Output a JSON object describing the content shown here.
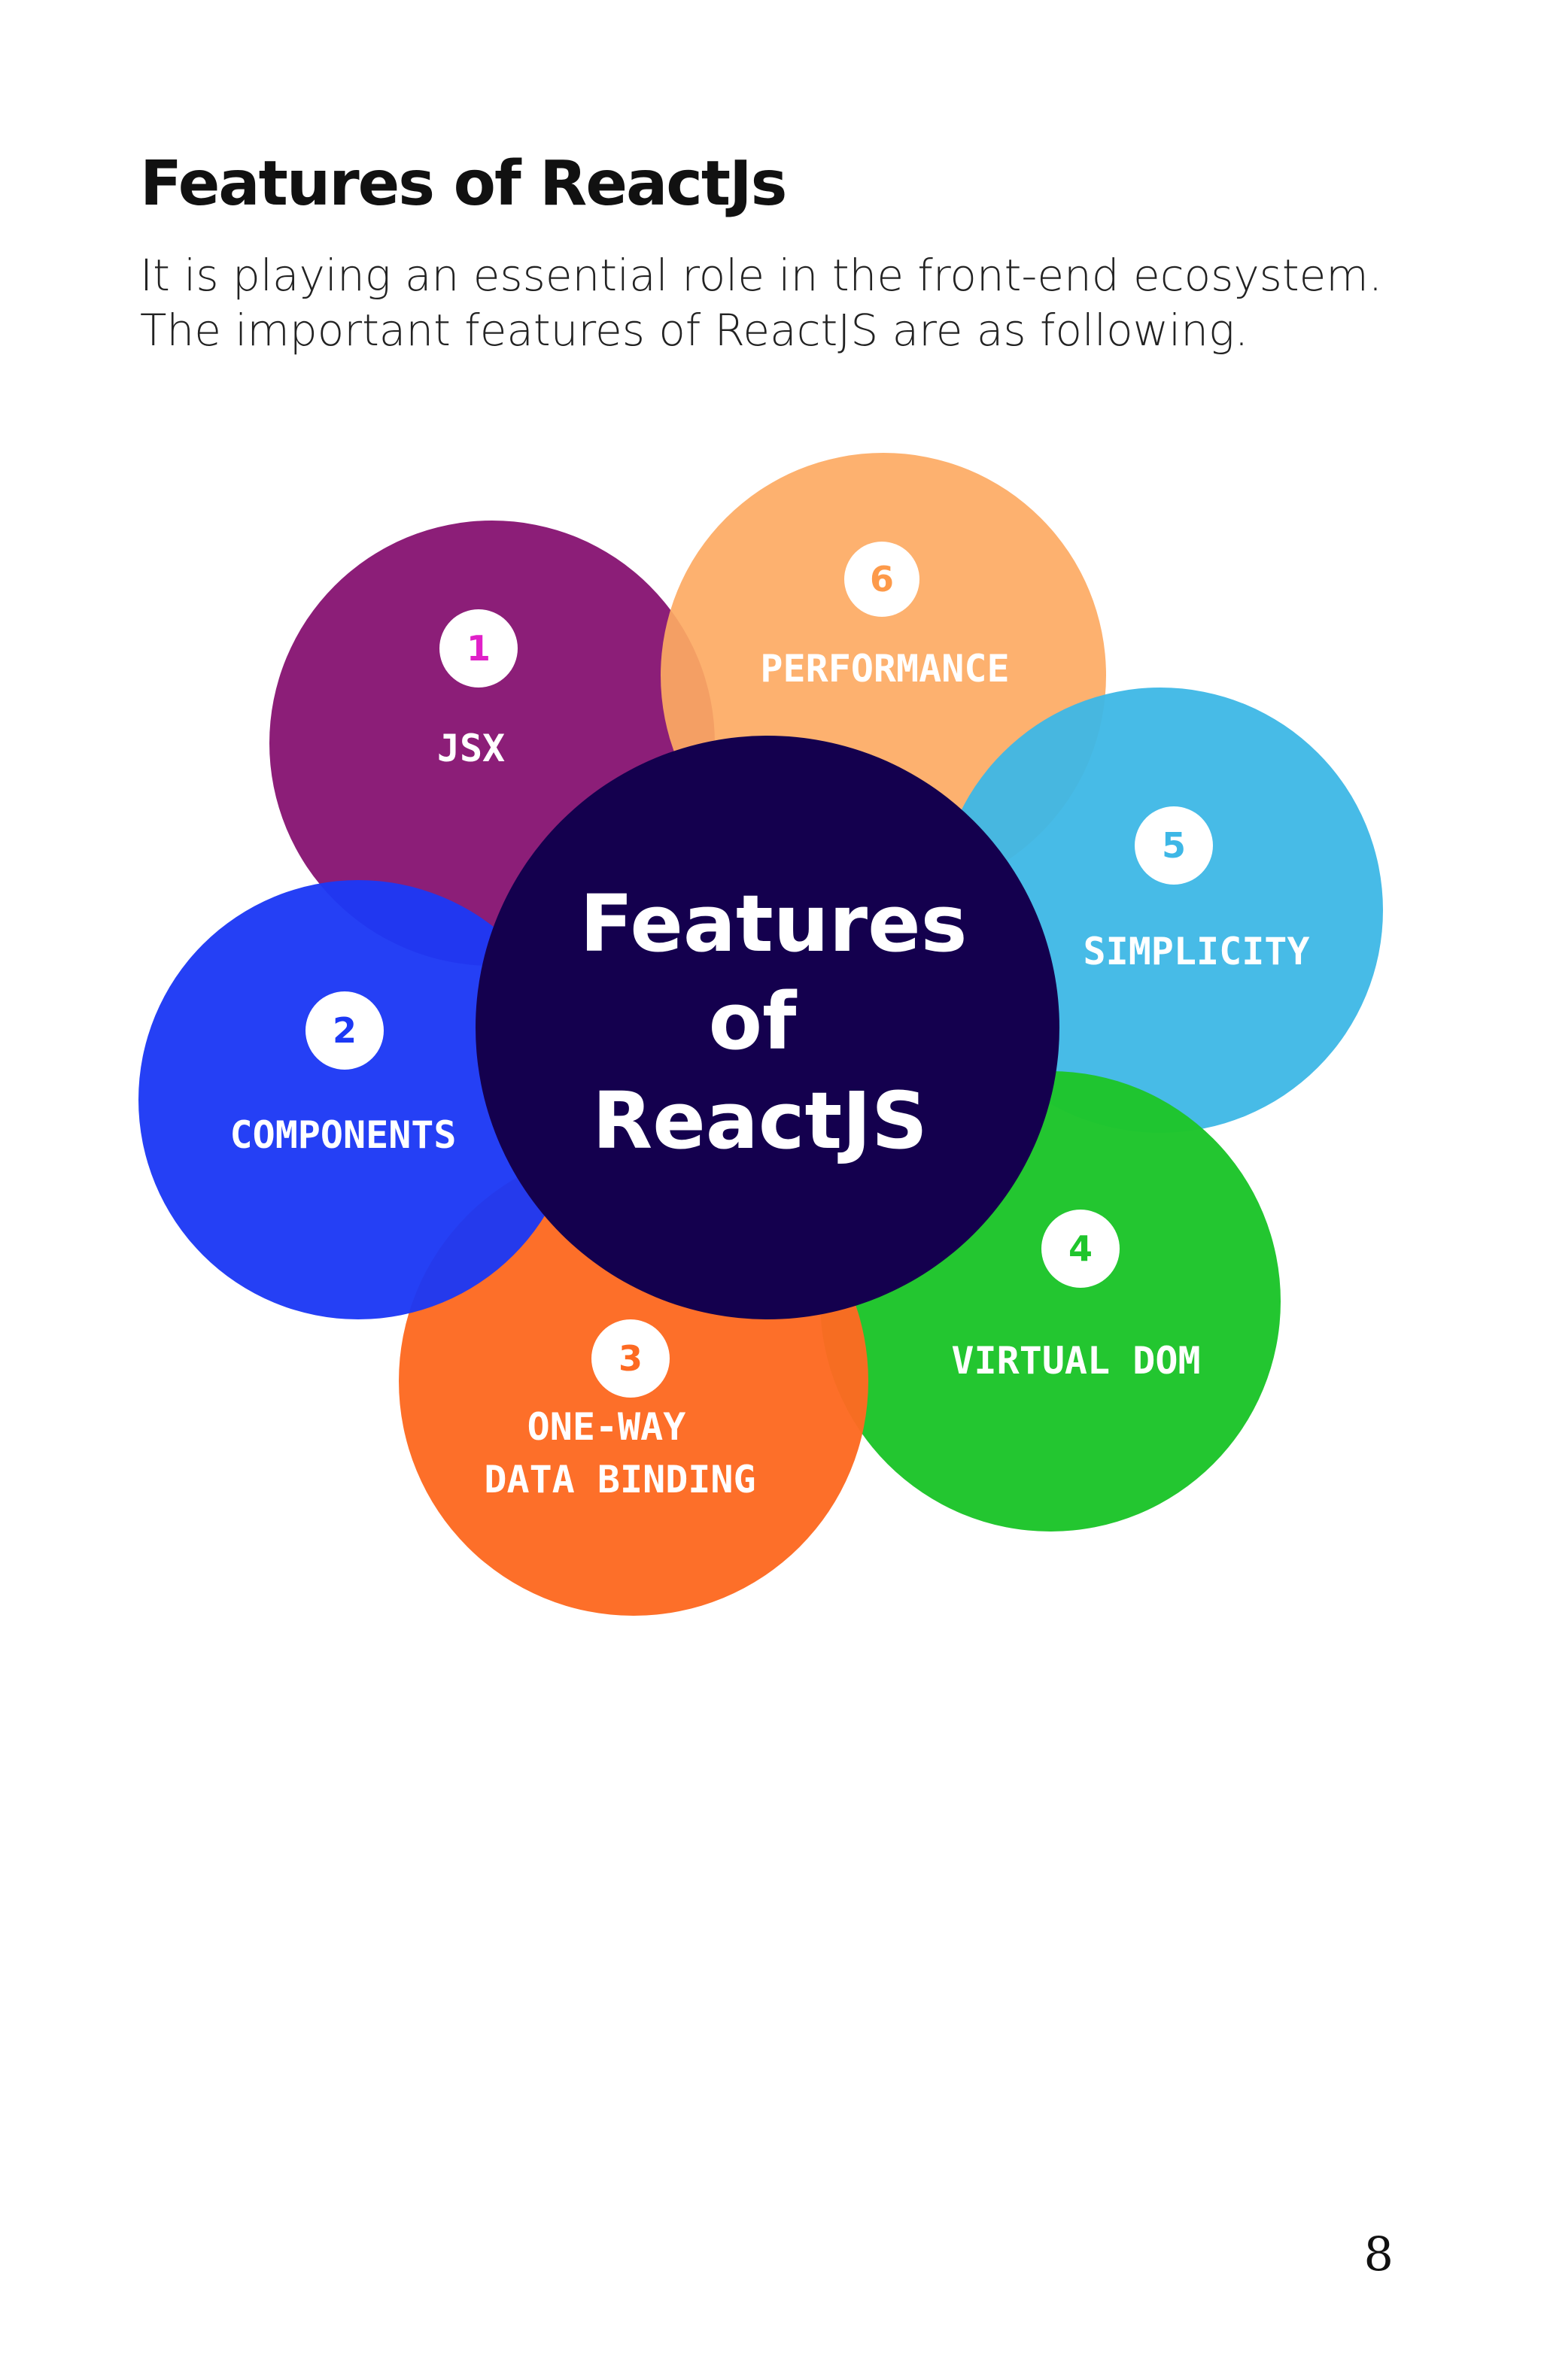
{
  "heading": "Features of ReactJs",
  "intro": "It is playing an essential role in the front-end ecosystem. The important features of ReactJS are as following.",
  "diagram": {
    "center": {
      "line1": "Features",
      "line2": "of",
      "line3": "ReactJS",
      "color": "#14004e"
    },
    "petals": [
      {
        "number": "1",
        "label": "JSX",
        "color": "#8a1a75",
        "number_color": "#e020c8"
      },
      {
        "number": "2",
        "label": "COMPONENTS",
        "color": "#1c38f5",
        "number_color": "#1c38f5"
      },
      {
        "number": "3",
        "label_line1": "ONE-WAY",
        "label_line2": "DATA BINDING",
        "color": "#fd6a22",
        "number_color": "#fd6a22"
      },
      {
        "number": "4",
        "label": "VIRTUAL DOM",
        "color": "#1fc52c",
        "number_color": "#1fc52c"
      },
      {
        "number": "5",
        "label": "SIMPLICITY",
        "color": "#3db7e6",
        "number_color": "#3db7e6"
      },
      {
        "number": "6",
        "label": "PERFORMANCE",
        "color": "#fdaa63",
        "number_color": "#fd9a4a"
      }
    ]
  },
  "page_number": "8"
}
